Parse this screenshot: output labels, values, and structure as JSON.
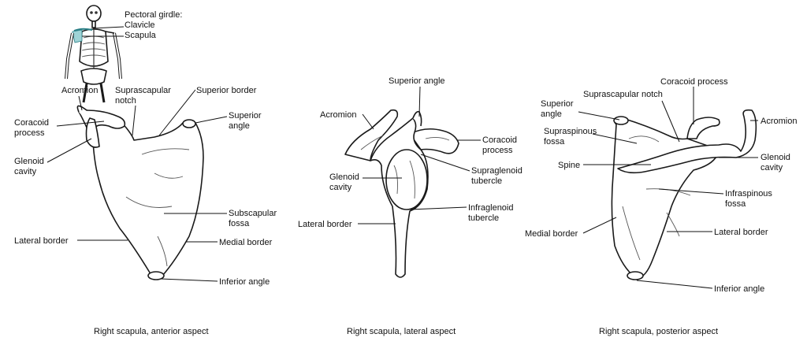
{
  "inset": {
    "title": "Pectoral girdle:",
    "items": [
      "Clavicle",
      "Scapula"
    ],
    "colors": {
      "highlight": "#9ed3d6"
    }
  },
  "anterior": {
    "caption": "Right scapula, anterior aspect",
    "labels": {
      "acromion": "Acromion",
      "suprascapular_notch": [
        "Suprascapular",
        "notch"
      ],
      "superior_border": "Superior border",
      "superior_angle": [
        "Superior",
        "angle"
      ],
      "coracoid_process": [
        "Coracoid",
        "process"
      ],
      "glenoid_cavity": [
        "Glenoid",
        "cavity"
      ],
      "subscapular_fossa": [
        "Subscapular",
        "fossa"
      ],
      "lateral_border": "Lateral border",
      "medial_border": "Medial border",
      "inferior_angle": "Inferior angle"
    }
  },
  "lateral": {
    "caption": "Right scapula, lateral aspect",
    "labels": {
      "superior_angle": "Superior angle",
      "acromion": "Acromion",
      "coracoid_process": [
        "Coracoid",
        "process"
      ],
      "glenoid_cavity": [
        "Glenoid",
        "cavity"
      ],
      "supraglenoid_tubercle": [
        "Supraglenoid",
        "tubercle"
      ],
      "infraglenoid_tubercle": [
        "Infraglenoid",
        "tubercle"
      ],
      "lateral_border": "Lateral border"
    }
  },
  "posterior": {
    "caption": "Right scapula, posterior aspect",
    "labels": {
      "coracoid_process": "Coracoid process",
      "superior_angle": [
        "Superior",
        "angle"
      ],
      "suprascapular_notch": "Suprascapular notch",
      "acromion": "Acromion",
      "supraspinous_fossa": [
        "Supraspinous",
        "fossa"
      ],
      "glenoid_cavity": [
        "Glenoid",
        "cavity"
      ],
      "spine": "Spine",
      "infraspinous_fossa": [
        "Infraspinous",
        "fossa"
      ],
      "medial_border": "Medial border",
      "lateral_border": "Lateral border",
      "inferior_angle": "Inferior angle"
    }
  }
}
